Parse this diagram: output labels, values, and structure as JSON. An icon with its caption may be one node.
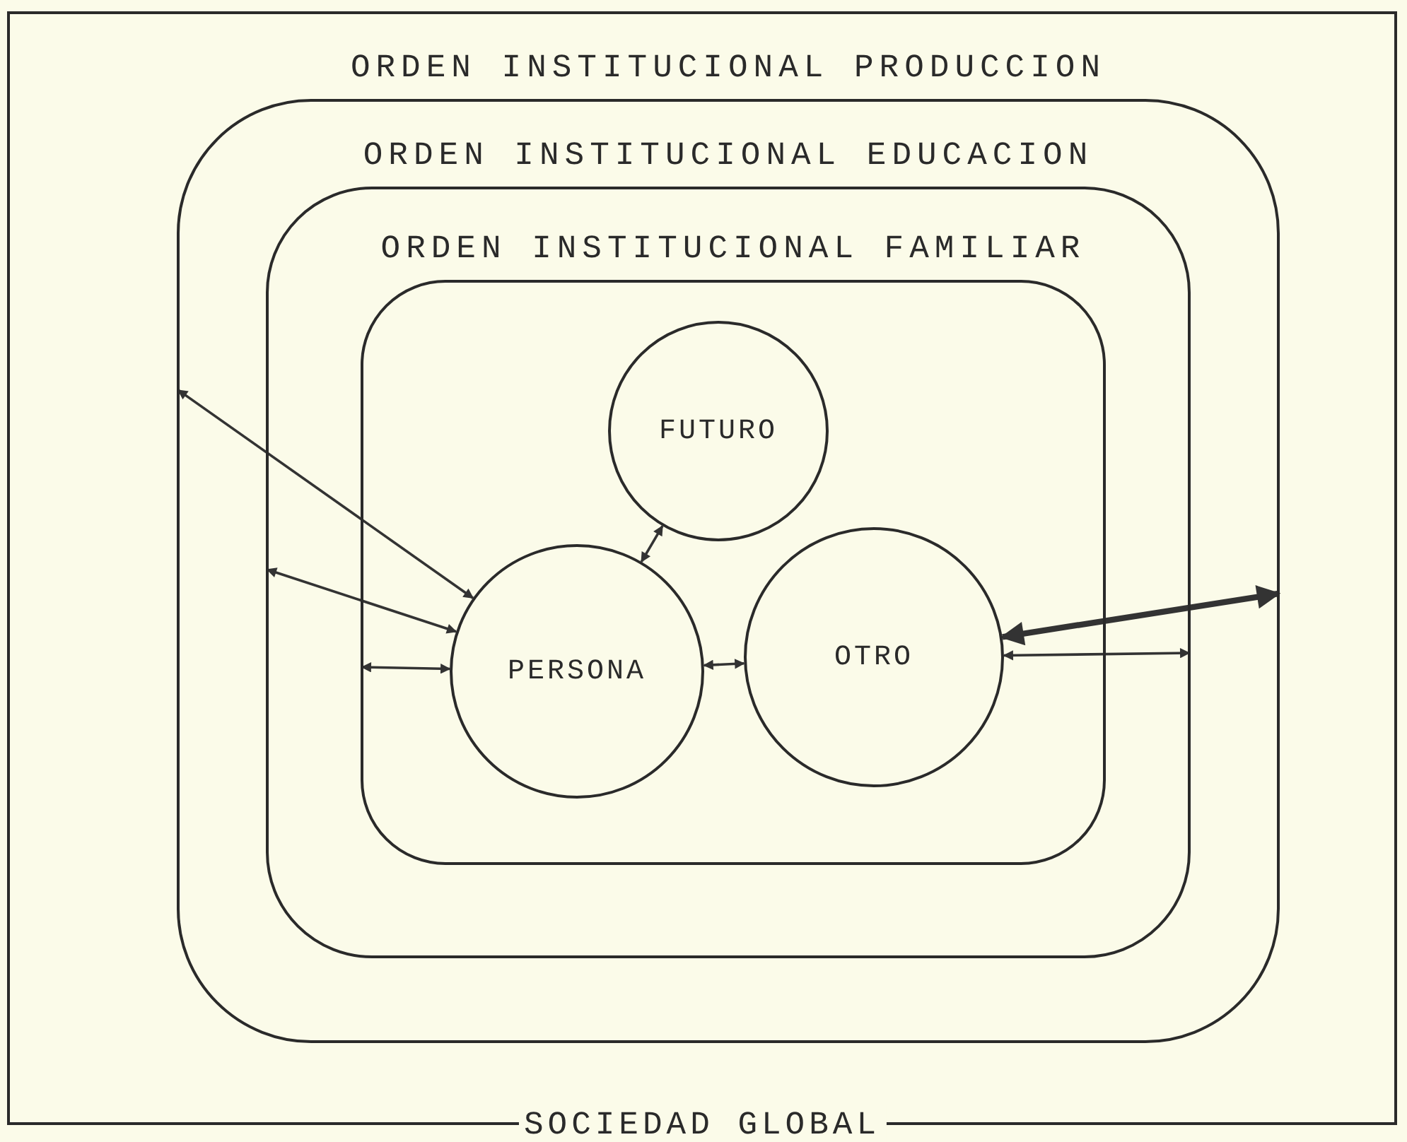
{
  "diagram": {
    "nodes": [
      {
        "text": [
          "SOCIEDAD GLOBAL"
        ]
      },
      {
        "text": [
          "ORDEN INSTITUCIONAL PRODUCCION"
        ],
        "in": 0
      },
      {
        "text": [
          "ORDEN INSTITUCIONAL EDUCACION"
        ],
        "in": 1
      },
      {
        "text": [
          "ORDEN INSTITUCIONAL FAMILIAR"
        ],
        "in": 2
      },
      {
        "text": [
          "FUTURO"
        ],
        "in": 3
      },
      {
        "text": [
          "PERSONA"
        ],
        "in": 3
      },
      {
        "text": [
          "OTRO"
        ],
        "in": 3
      }
    ],
    "edges": [
      {
        "from": 1,
        "to": 5,
        "arrow": "both"
      },
      {
        "from": 2,
        "to": 5,
        "arrow": "both"
      },
      {
        "from": 3,
        "to": 5,
        "arrow": "both"
      },
      {
        "from": 5,
        "to": 4,
        "arrow": "both"
      },
      {
        "from": 5,
        "to": 6,
        "arrow": "both"
      },
      {
        "from": 6,
        "to": 1,
        "arrow": "both",
        "style": "thick"
      },
      {
        "from": 6,
        "to": 2,
        "arrow": "both"
      }
    ]
  }
}
